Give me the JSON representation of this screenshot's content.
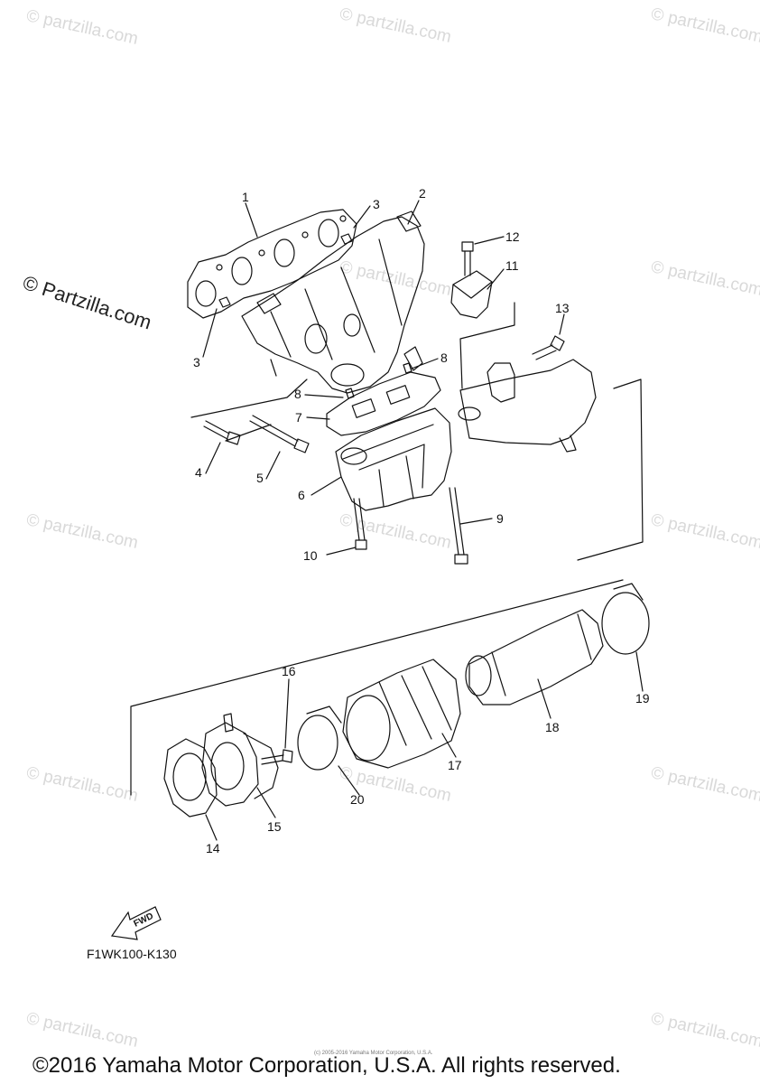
{
  "watermark": "© partzilla.com",
  "side_watermark": "© Partzilla.com",
  "diagram_code": "F1WK100-K130",
  "fwd_label": "FWD",
  "micro_copyright": "(c) 2005-2016 Yamaha Motor Corporation, U.S.A.",
  "copyright": "©2016 Yamaha Motor Corporation, U.S.A. All rights reserved.",
  "callouts": [
    "1",
    "2",
    "3",
    "3",
    "4",
    "5",
    "6",
    "7",
    "8",
    "8",
    "9",
    "10",
    "11",
    "12",
    "13",
    "14",
    "15",
    "16",
    "17",
    "18",
    "19",
    "20"
  ]
}
